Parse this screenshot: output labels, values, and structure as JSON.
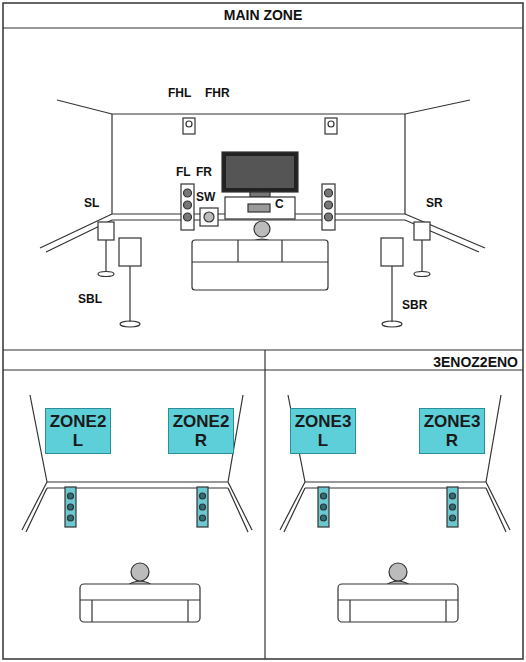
{
  "diagram": {
    "title": "MAIN ZONE",
    "nodes": [
      {
        "text": [
          "ZONE2 L"
        ]
      },
      {
        "text": [
          "ZONE2 R"
        ]
      },
      {
        "text": [
          "ZONE3 L"
        ]
      },
      {
        "text": [
          "ZONE3 R"
        ]
      }
    ],
    "labels": [
      "FHL",
      "FHR",
      "FL",
      "FR",
      "SW",
      "C",
      "SL",
      "SR",
      "SBL",
      "SBR",
      "3ENOZ2ENO"
    ]
  }
}
